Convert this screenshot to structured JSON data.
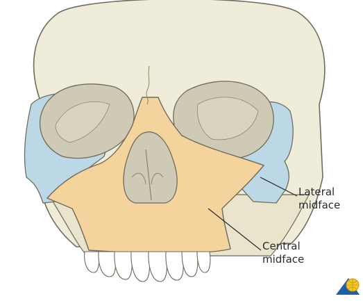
{
  "labels": {
    "lateral": {
      "line1": "Lateral",
      "line2": "midface"
    },
    "central": {
      "line1": "Central",
      "line2": "midface"
    }
  },
  "regions": {
    "lateral_color": "#bcd8e6",
    "central_color": "#f4d39c",
    "bone_color": "#efecd9",
    "outline_color": "#6e6a5c",
    "cavity_color": "#cfcab5"
  },
  "logo": {
    "icon": "publisher-logo-icon",
    "colors": [
      "#1d5fa8",
      "#f3c623"
    ]
  }
}
